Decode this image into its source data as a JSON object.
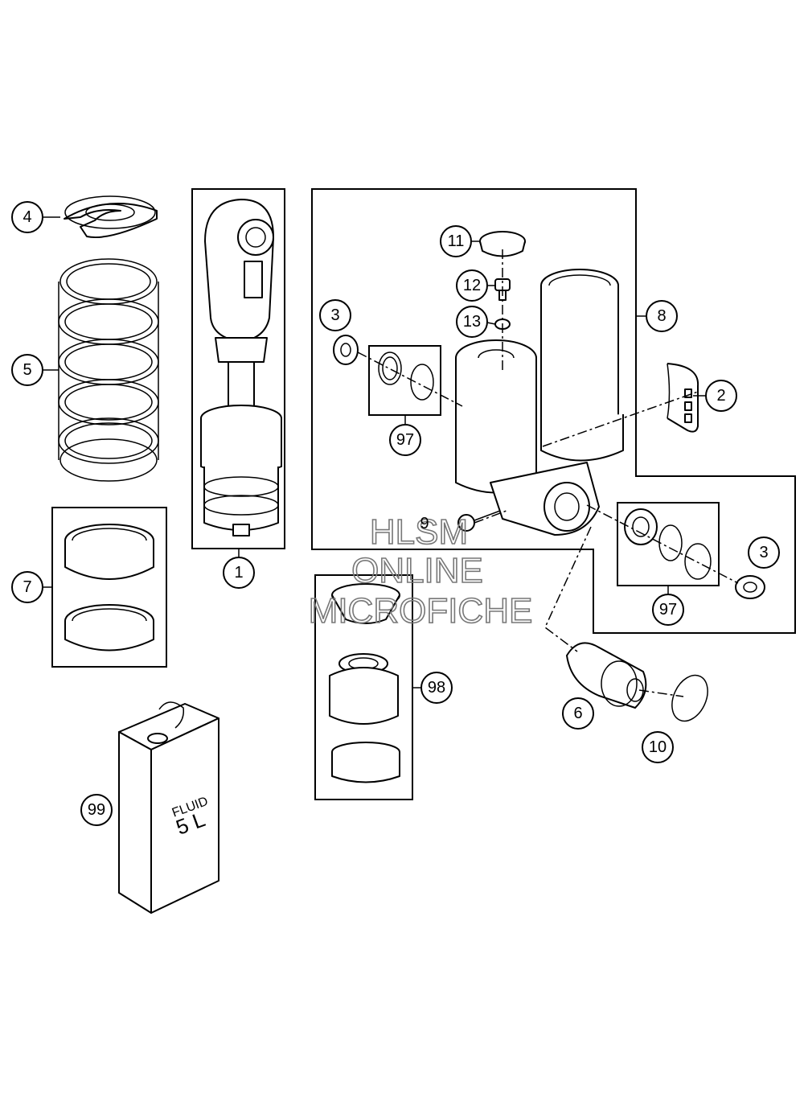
{
  "callouts": {
    "c1": "1",
    "c2": "2",
    "c3a": "3",
    "c3b": "3",
    "c4": "4",
    "c5": "5",
    "c6": "6",
    "c7": "7",
    "c8": "8",
    "c9": "9",
    "c10": "10",
    "c11": "11",
    "c12": "12",
    "c13": "13",
    "c97a": "97",
    "c97b": "97",
    "c98": "98",
    "c99": "99"
  },
  "can_label": {
    "line1": "FLUID",
    "line2": "5 L"
  },
  "watermark": {
    "line1": "HLSM",
    "line2": "ONLINE",
    "line3": "MICROFICHE"
  }
}
